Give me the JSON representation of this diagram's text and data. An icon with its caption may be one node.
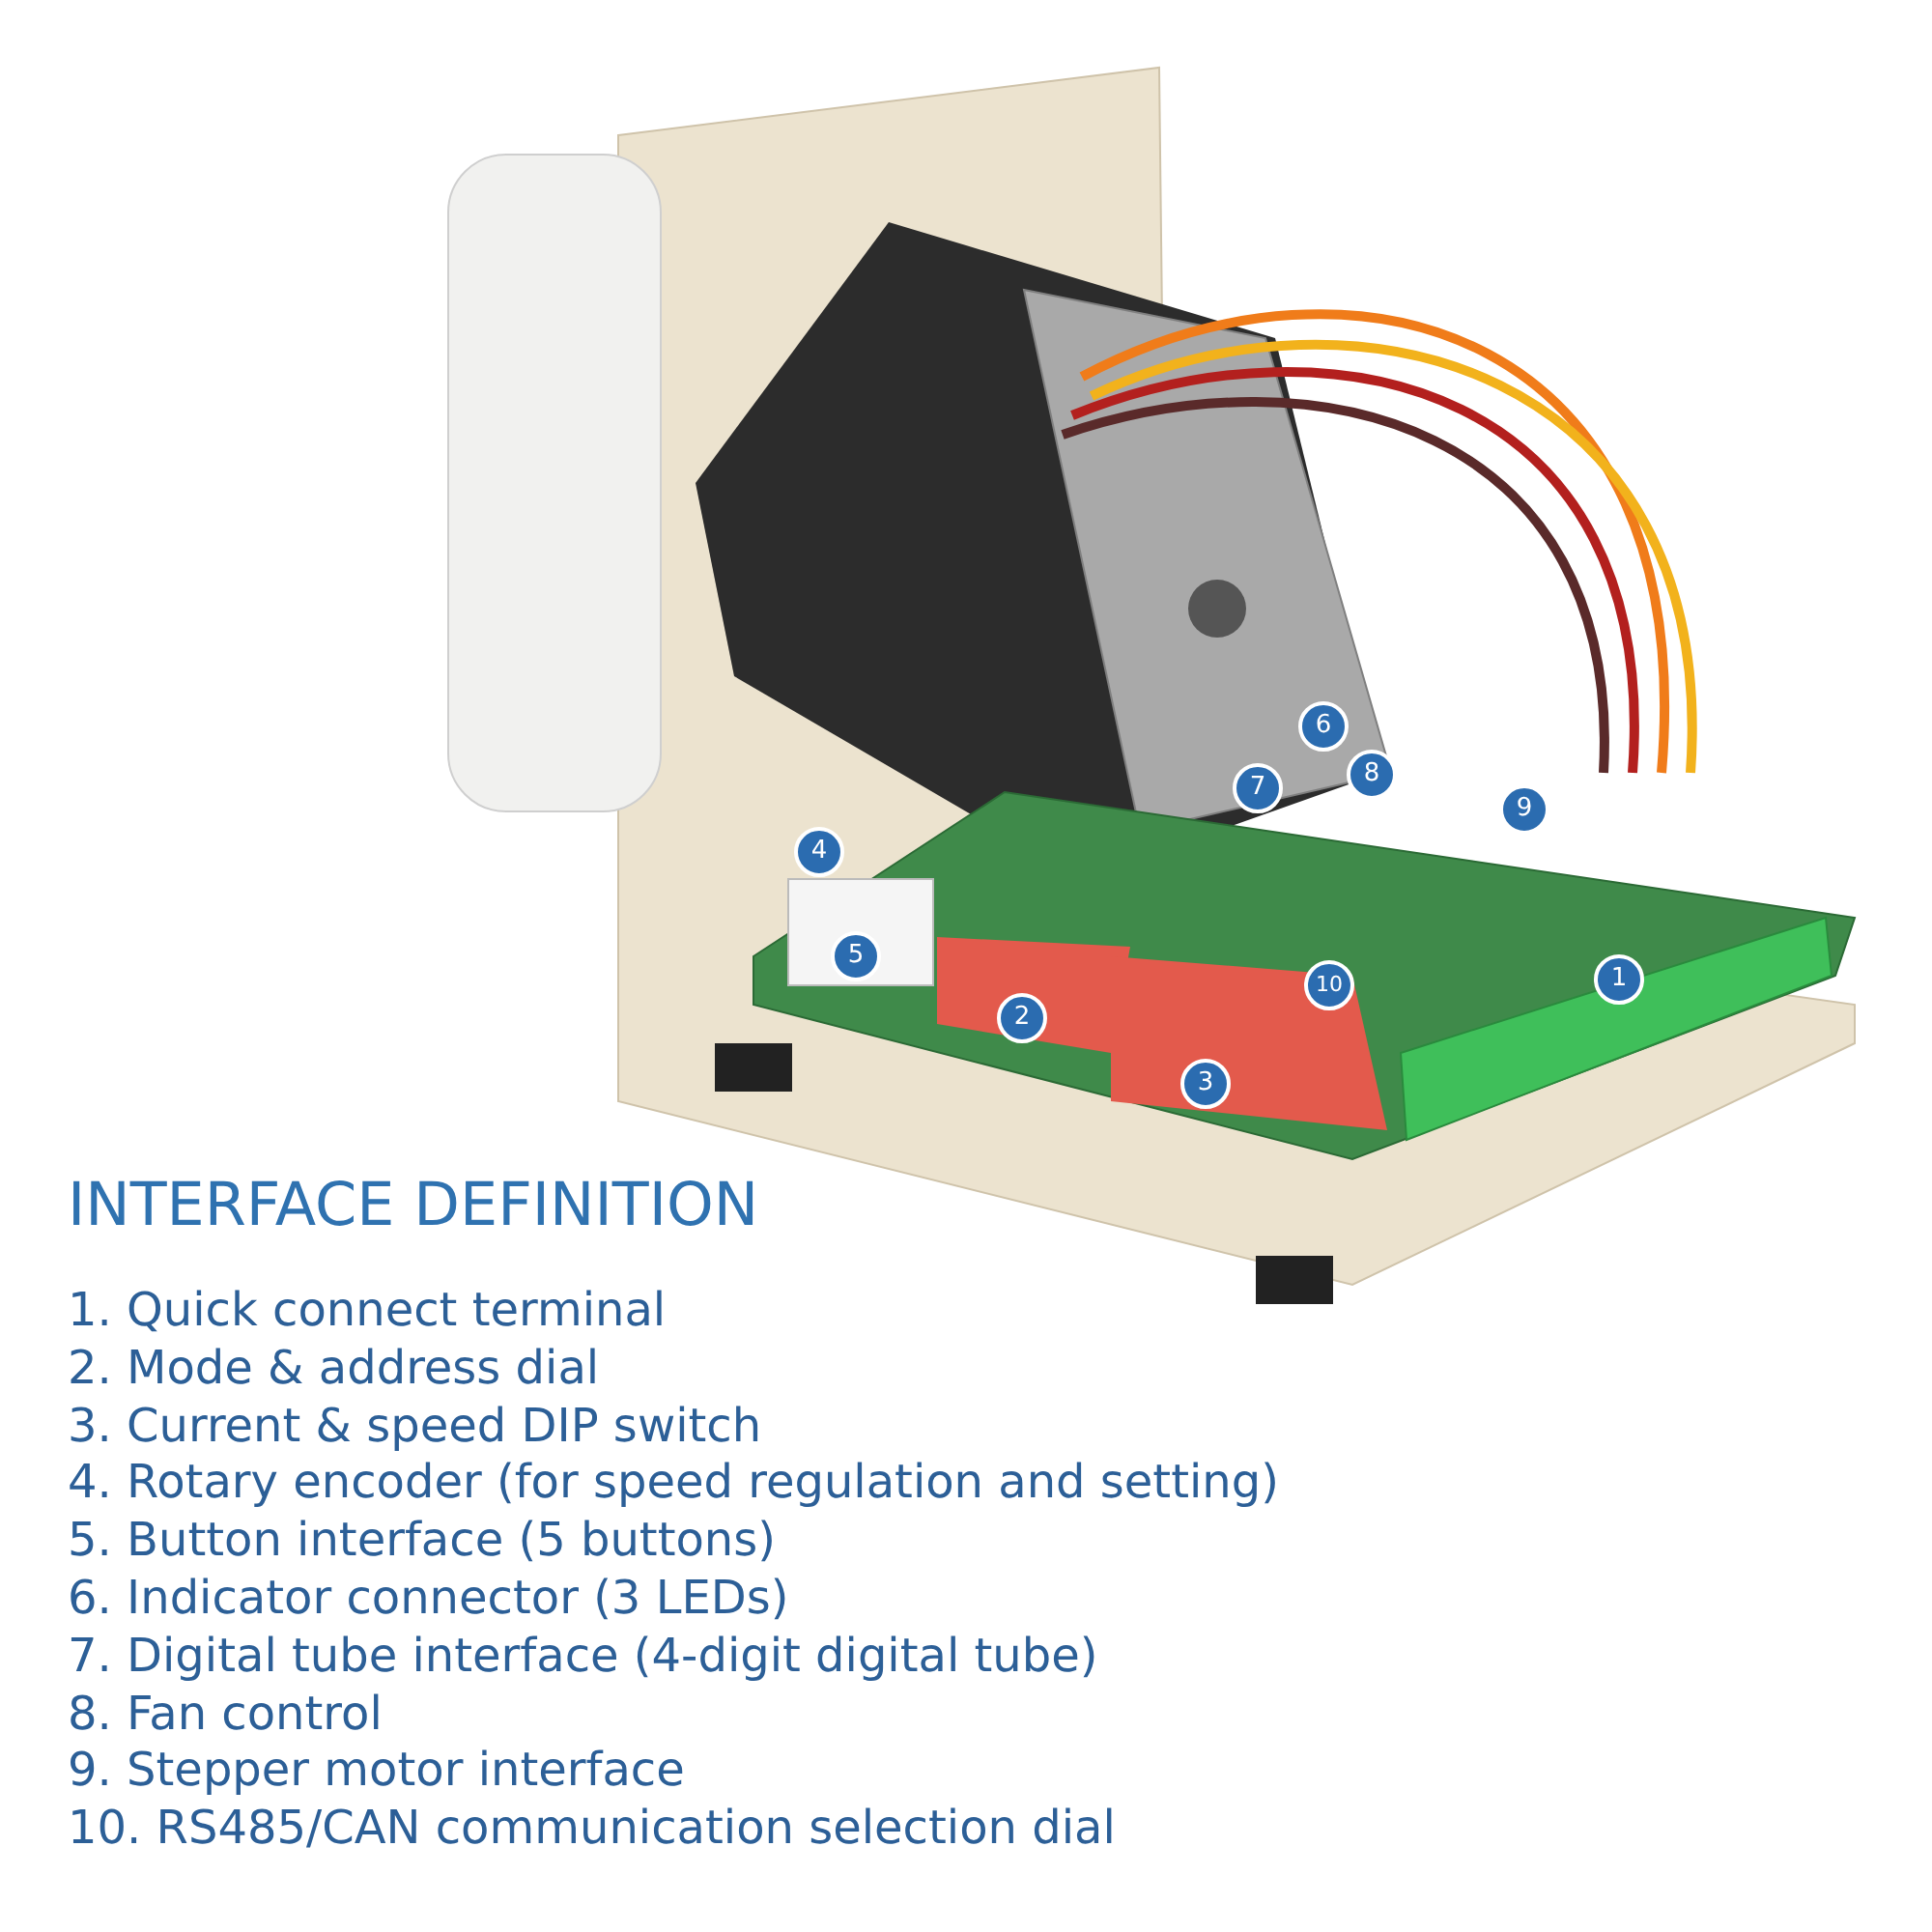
{
  "diagram": {
    "title": "INTERFACE DEFINITION",
    "labels": [
      "6",
      "8",
      "7",
      "9",
      "4",
      "5",
      "1",
      "10",
      "2",
      "3",
      "1. Quick connect terminal",
      "2. Mode & address dial",
      "3. Current & speed DIP switch",
      "4. Rotary encoder (for speed regulation and setting)",
      "5. Button interface (5 buttons)",
      "6. Indicator connector (3 LEDs)",
      "7. Digital tube interface (4-digit digital tube)",
      "8. Fan control",
      "9. Stepper motor interface",
      "10. RS485/CAN communication selection dial"
    ]
  }
}
